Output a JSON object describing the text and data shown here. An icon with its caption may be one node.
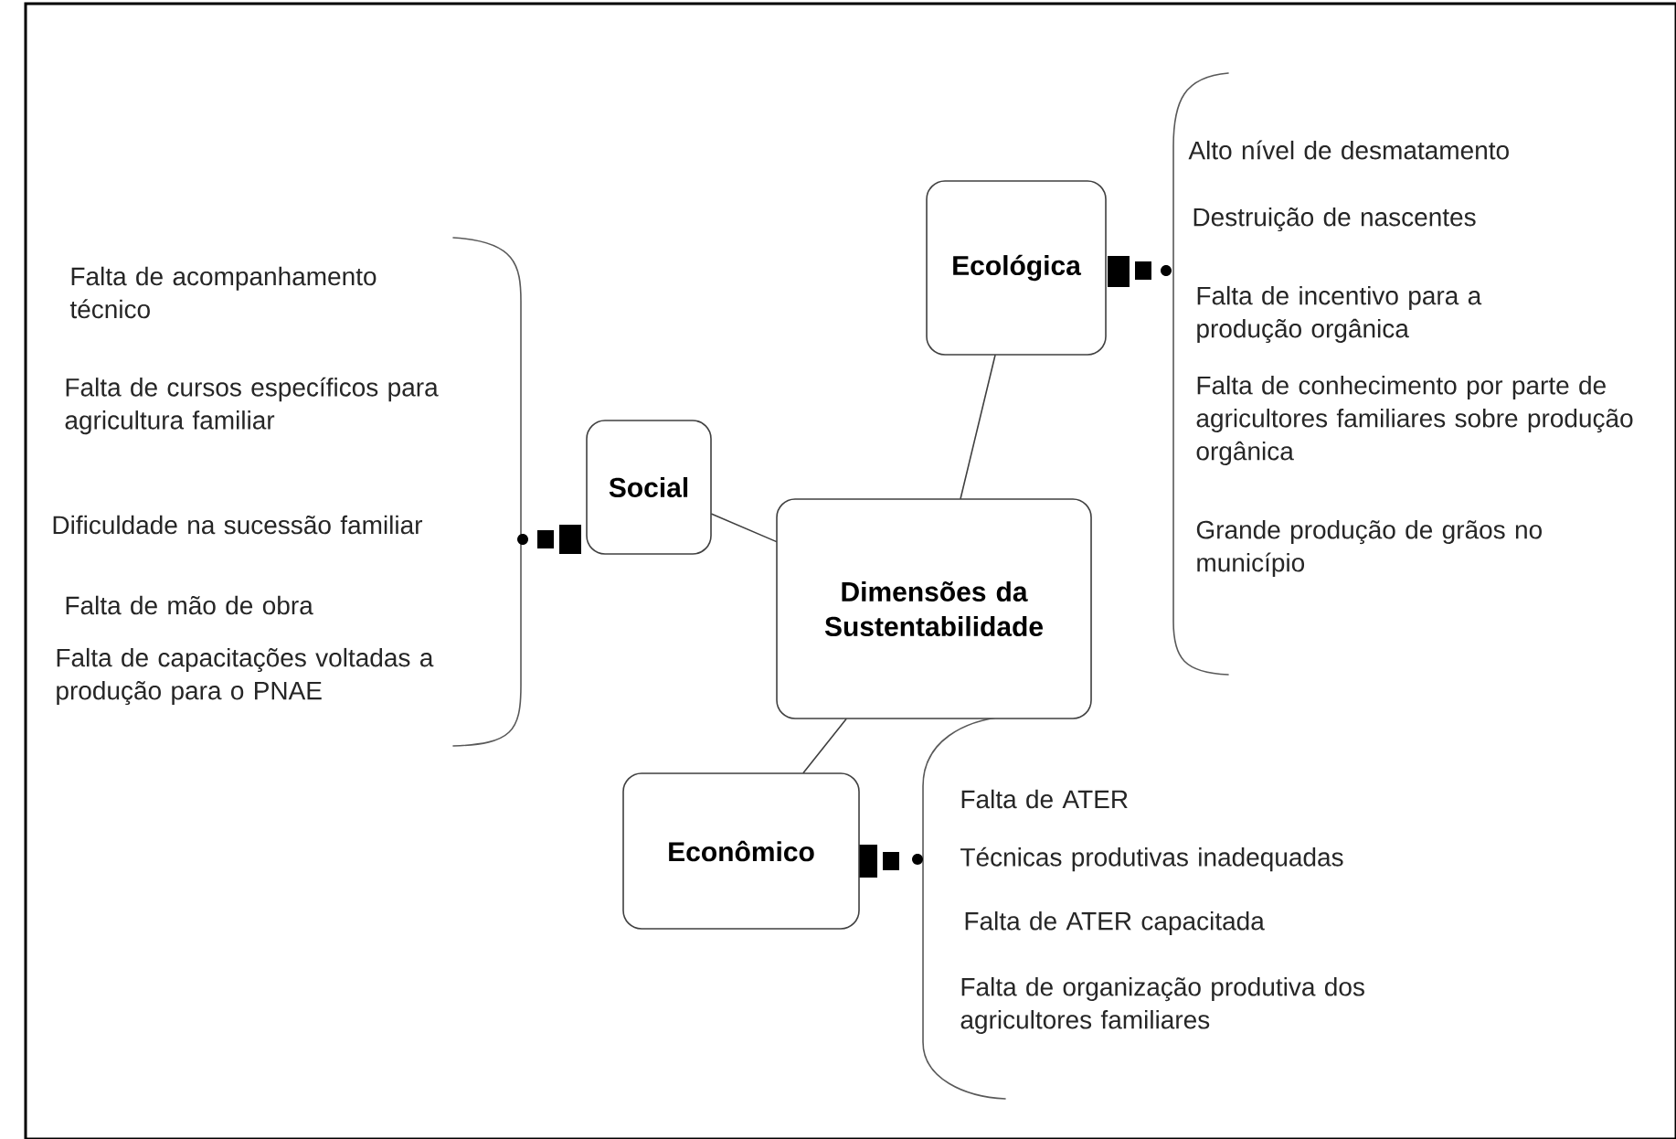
{
  "diagram": {
    "nodes": [
      {
        "text": [
          "Dimensões da Sustentabilidade"
        ]
      },
      {
        "text": [
          "Social"
        ]
      },
      {
        "text": [
          "Ecológica"
        ]
      },
      {
        "text": [
          "Econômico"
        ]
      }
    ],
    "edges": [
      {
        "from": 1,
        "to": 0,
        "arrow": "none"
      },
      {
        "from": 2,
        "to": 0,
        "arrow": "none"
      },
      {
        "from": 0,
        "to": 3,
        "arrow": "none"
      }
    ],
    "labels": [
      "Falta de acompanhamento técnico",
      "Falta de cursos específicos para agricultura familiar",
      "Dificuldade na sucessão familiar",
      "Falta de mão de obra",
      "Falta de capacitações voltadas a produção para o PNAE",
      "Alto nível de desmatamento",
      "Destruição de nascentes",
      "Falta de incentivo para a produção orgânica",
      "Falta de conhecimento por parte de agricultores familiares sobre produção orgânica",
      "Grande produção de grãos no município",
      "Falta de ATER",
      "Técnicas produtivas inadequadas",
      "Falta de ATER capacitada",
      "Falta de organização produtiva dos agricultores familiares"
    ]
  }
}
